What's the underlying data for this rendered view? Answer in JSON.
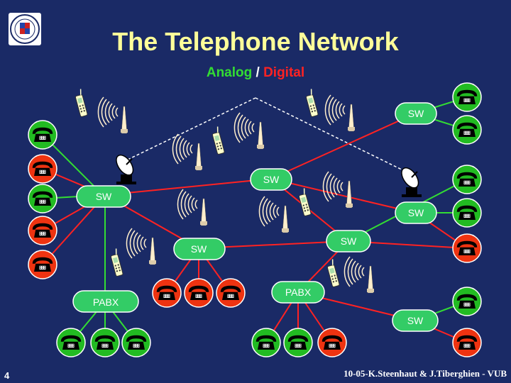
{
  "title": "The Telephone Network",
  "subtitle": {
    "analog": "Analog",
    "sep": "/",
    "digital": "Digital"
  },
  "footer": {
    "page_number": "4",
    "credit": "10-05-K.Steenhaut & J.Tiberghien - VUB"
  },
  "colors": {
    "background": "#1a2a66",
    "title": "#ffff99",
    "analog": "#33dd33",
    "digital": "#ff2222",
    "node_fill": "#33cc66",
    "node_stroke": "#ffffff",
    "phone_green": "#22bb22",
    "phone_red": "#ee3311"
  },
  "nodes": [
    {
      "id": "sw_topright",
      "label": "SW"
    },
    {
      "id": "sw_center",
      "label": "SW"
    },
    {
      "id": "sw_left",
      "label": "SW"
    },
    {
      "id": "sw_right",
      "label": "SW"
    },
    {
      "id": "sw_midright",
      "label": "SW"
    },
    {
      "id": "sw_midleft",
      "label": "SW"
    },
    {
      "id": "pabx_left",
      "label": "PABX"
    },
    {
      "id": "pabx_mid",
      "label": "PABX"
    },
    {
      "id": "sw_bottom",
      "label": "SW"
    }
  ],
  "icons": [
    "telephone-icon",
    "satellite-dish-icon",
    "radio-tower-icon",
    "cell-phone-icon",
    "university-logo-icon"
  ]
}
